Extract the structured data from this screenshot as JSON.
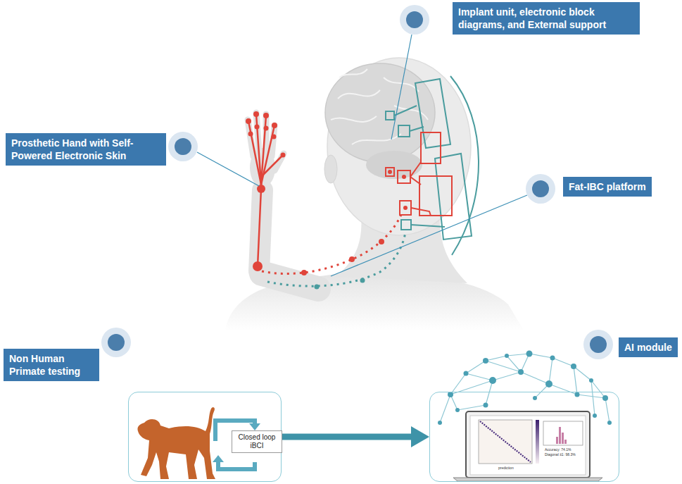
{
  "diagram": {
    "nodes": [
      {
        "text": [
          "Implant unit, electronic block diagrams, and External support"
        ]
      },
      {
        "text": [
          "Prosthetic Hand with Self-Powered Electronic Skin"
        ]
      },
      {
        "text": [
          "Fat-IBC platform"
        ]
      },
      {
        "text": [
          "Non Human Primate testing"
        ]
      },
      {
        "text": [
          "Closed loop iBCI"
        ],
        "in": 3
      },
      {
        "text": [
          "AI module"
        ]
      }
    ],
    "edges": [
      {
        "from": 3,
        "to": 5,
        "arrow": "to"
      }
    ],
    "labels": [
      "prediction",
      "Accuracy: 74.1%",
      "Diagonal ±1: 98.3%"
    ]
  }
}
